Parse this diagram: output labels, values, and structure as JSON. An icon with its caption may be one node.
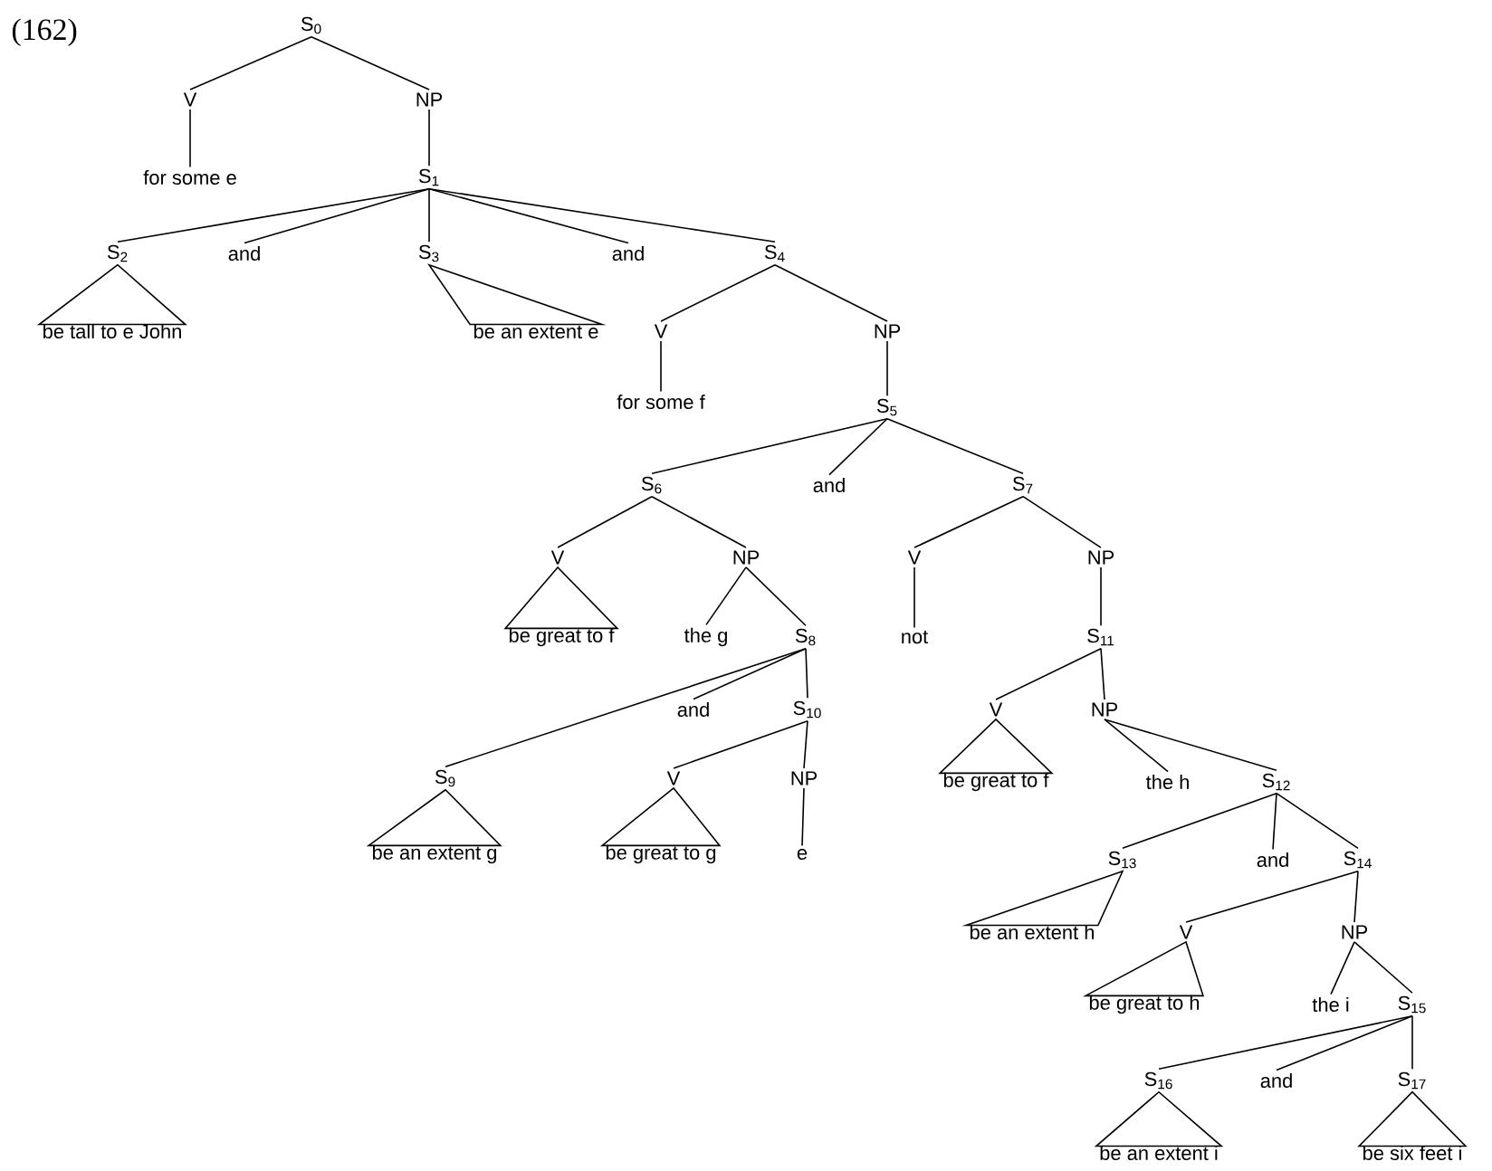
{
  "diagram": {
    "nodes": [
      {
        "text": [
          "S$_{0}$"
        ]
      },
      {
        "text": [
          "V"
        ]
      },
      {
        "text": [
          "NP"
        ]
      },
      {
        "text": [
          "for some e"
        ]
      },
      {
        "text": [
          "S$_{1}$"
        ]
      },
      {
        "text": [
          "S$_{2}$"
        ]
      },
      {
        "text": [
          "and"
        ]
      },
      {
        "text": [
          "S$_{3}$"
        ]
      },
      {
        "text": [
          "and"
        ]
      },
      {
        "text": [
          "S$_{4}$"
        ]
      },
      {
        "text": [
          "be tall to e John"
        ]
      },
      {
        "text": [
          "be an extent e"
        ]
      },
      {
        "text": [
          "V"
        ]
      },
      {
        "text": [
          "NP"
        ]
      },
      {
        "text": [
          "for some f"
        ]
      },
      {
        "text": [
          "S$_{5}$"
        ]
      },
      {
        "text": [
          "S$_{6}$"
        ]
      },
      {
        "text": [
          "and"
        ]
      },
      {
        "text": [
          "S$_{7}$"
        ]
      },
      {
        "text": [
          "V"
        ]
      },
      {
        "text": [
          "NP"
        ]
      },
      {
        "text": [
          "V"
        ]
      },
      {
        "text": [
          "NP"
        ]
      },
      {
        "text": [
          "be great to f"
        ]
      },
      {
        "text": [
          "the g"
        ]
      },
      {
        "text": [
          "S$_{8}$"
        ]
      },
      {
        "text": [
          "not"
        ]
      },
      {
        "text": [
          "S$_{11}$"
        ]
      },
      {
        "text": [
          "and"
        ]
      },
      {
        "text": [
          "S$_{10}$"
        ]
      },
      {
        "text": [
          "V"
        ]
      },
      {
        "text": [
          "NP"
        ]
      },
      {
        "text": [
          "S$_{9}$"
        ]
      },
      {
        "text": [
          "V"
        ]
      },
      {
        "text": [
          "NP"
        ]
      },
      {
        "text": [
          "be great to f"
        ]
      },
      {
        "text": [
          "the h"
        ]
      },
      {
        "text": [
          "S$_{12}$"
        ]
      },
      {
        "text": [
          "be an extent g"
        ]
      },
      {
        "text": [
          "be great to g"
        ]
      },
      {
        "text": [
          "e"
        ]
      },
      {
        "text": [
          "S$_{13}$"
        ]
      },
      {
        "text": [
          "and"
        ]
      },
      {
        "text": [
          "S$_{14}$"
        ]
      },
      {
        "text": [
          "be an extent h"
        ]
      },
      {
        "text": [
          "V"
        ]
      },
      {
        "text": [
          "NP"
        ]
      },
      {
        "text": [
          "be great to h"
        ]
      },
      {
        "text": [
          "the i"
        ]
      },
      {
        "text": [
          "S$_{15}$"
        ]
      },
      {
        "text": [
          "S$_{16}$"
        ]
      },
      {
        "text": [
          "and"
        ]
      },
      {
        "text": [
          "S$_{17}$"
        ]
      },
      {
        "text": [
          "be an extent i"
        ]
      },
      {
        "text": [
          "be six feet i"
        ]
      }
    ],
    "edges": [
      {
        "from": 0,
        "to": 1,
        "arrow": "none"
      },
      {
        "from": 0,
        "to": 2,
        "arrow": "none"
      },
      {
        "from": 1,
        "to": 3,
        "arrow": "none"
      },
      {
        "from": 2,
        "to": 4,
        "arrow": "none"
      },
      {
        "from": 4,
        "to": 5,
        "arrow": "none"
      },
      {
        "from": 4,
        "to": 6,
        "arrow": "none"
      },
      {
        "from": 4,
        "to": 7,
        "arrow": "none"
      },
      {
        "from": 4,
        "to": 8,
        "arrow": "none"
      },
      {
        "from": 4,
        "to": 9,
        "arrow": "none"
      },
      {
        "from": 5,
        "to": 10,
        "arrow": "none"
      },
      {
        "from": 7,
        "to": 11,
        "arrow": "none"
      },
      {
        "from": 9,
        "to": 12,
        "arrow": "none"
      },
      {
        "from": 9,
        "to": 13,
        "arrow": "none"
      },
      {
        "from": 12,
        "to": 14,
        "arrow": "none"
      },
      {
        "from": 13,
        "to": 15,
        "arrow": "none"
      },
      {
        "from": 15,
        "to": 16,
        "arrow": "none"
      },
      {
        "from": 15,
        "to": 17,
        "arrow": "none"
      },
      {
        "from": 15,
        "to": 18,
        "arrow": "none"
      },
      {
        "from": 16,
        "to": 19,
        "arrow": "none"
      },
      {
        "from": 16,
        "to": 20,
        "arrow": "none"
      },
      {
        "from": 18,
        "to": 21,
        "arrow": "none"
      },
      {
        "from": 18,
        "to": 22,
        "arrow": "none"
      },
      {
        "from": 19,
        "to": 23,
        "arrow": "none"
      },
      {
        "from": 20,
        "to": 24,
        "arrow": "none"
      },
      {
        "from": 20,
        "to": 25,
        "arrow": "none"
      },
      {
        "from": 21,
        "to": 26,
        "arrow": "none"
      },
      {
        "from": 22,
        "to": 27,
        "arrow": "none"
      },
      {
        "from": 25,
        "to": 28,
        "arrow": "none"
      },
      {
        "from": 25,
        "to": 29,
        "arrow": "none"
      },
      {
        "from": 25,
        "to": 32,
        "arrow": "none"
      },
      {
        "from": 27,
        "to": 30,
        "arrow": "none"
      },
      {
        "from": 27,
        "to": 31,
        "arrow": "none"
      },
      {
        "from": 29,
        "to": 33,
        "arrow": "none"
      },
      {
        "from": 29,
        "to": 34,
        "arrow": "none"
      },
      {
        "from": 30,
        "to": 35,
        "arrow": "none"
      },
      {
        "from": 31,
        "to": 36,
        "arrow": "none"
      },
      {
        "from": 31,
        "to": 37,
        "arrow": "none"
      },
      {
        "from": 32,
        "to": 38,
        "arrow": "none"
      },
      {
        "from": 33,
        "to": 39,
        "arrow": "none"
      },
      {
        "from": 34,
        "to": 40,
        "arrow": "none"
      },
      {
        "from": 37,
        "to": 41,
        "arrow": "none"
      },
      {
        "from": 37,
        "to": 42,
        "arrow": "none"
      },
      {
        "from": 37,
        "to": 43,
        "arrow": "none"
      },
      {
        "from": 41,
        "to": 44,
        "arrow": "none"
      },
      {
        "from": 43,
        "to": 45,
        "arrow": "none"
      },
      {
        "from": 43,
        "to": 46,
        "arrow": "none"
      },
      {
        "from": 45,
        "to": 47,
        "arrow": "none"
      },
      {
        "from": 46,
        "to": 48,
        "arrow": "none"
      },
      {
        "from": 46,
        "to": 49,
        "arrow": "none"
      },
      {
        "from": 49,
        "to": 50,
        "arrow": "none"
      },
      {
        "from": 49,
        "to": 51,
        "arrow": "none"
      },
      {
        "from": 49,
        "to": 52,
        "arrow": "none"
      },
      {
        "from": 50,
        "to": 53,
        "arrow": "none"
      },
      {
        "from": 52,
        "to": 54,
        "arrow": "none"
      }
    ],
    "labels": [
      "(162)"
    ]
  }
}
